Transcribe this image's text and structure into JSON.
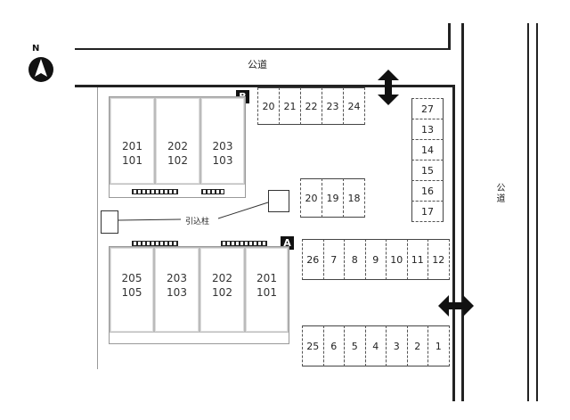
{
  "compass": {
    "letter": "N"
  },
  "roads": {
    "north_label": "公道",
    "east_label": "公道"
  },
  "markers": {
    "a": "A",
    "b": "B"
  },
  "buildings": {
    "north_units": [
      {
        "upper": "201",
        "lower": "101"
      },
      {
        "upper": "202",
        "lower": "102"
      },
      {
        "upper": "203",
        "lower": "103"
      }
    ],
    "south_units": [
      {
        "upper": "205",
        "lower": "105"
      },
      {
        "upper": "203",
        "lower": "103"
      },
      {
        "upper": "202",
        "lower": "102"
      },
      {
        "upper": "201",
        "lower": "101"
      }
    ]
  },
  "parking": {
    "top_row": [
      "20",
      "21",
      "22",
      "23",
      "24"
    ],
    "right_col": [
      "27",
      "13",
      "14",
      "15",
      "16",
      "17"
    ],
    "middle_row": [
      "20",
      "19",
      "18"
    ],
    "south_row_a": [
      "26",
      "7",
      "8",
      "9",
      "10",
      "11",
      "12"
    ],
    "south_row_b": [
      "25",
      "6",
      "5",
      "4",
      "3",
      "2",
      "1"
    ]
  },
  "utility": {
    "label": "引込柱"
  },
  "icons": [
    "north-arrow-icon",
    "vertical-double-arrow-icon",
    "horizontal-double-arrow-icon"
  ]
}
